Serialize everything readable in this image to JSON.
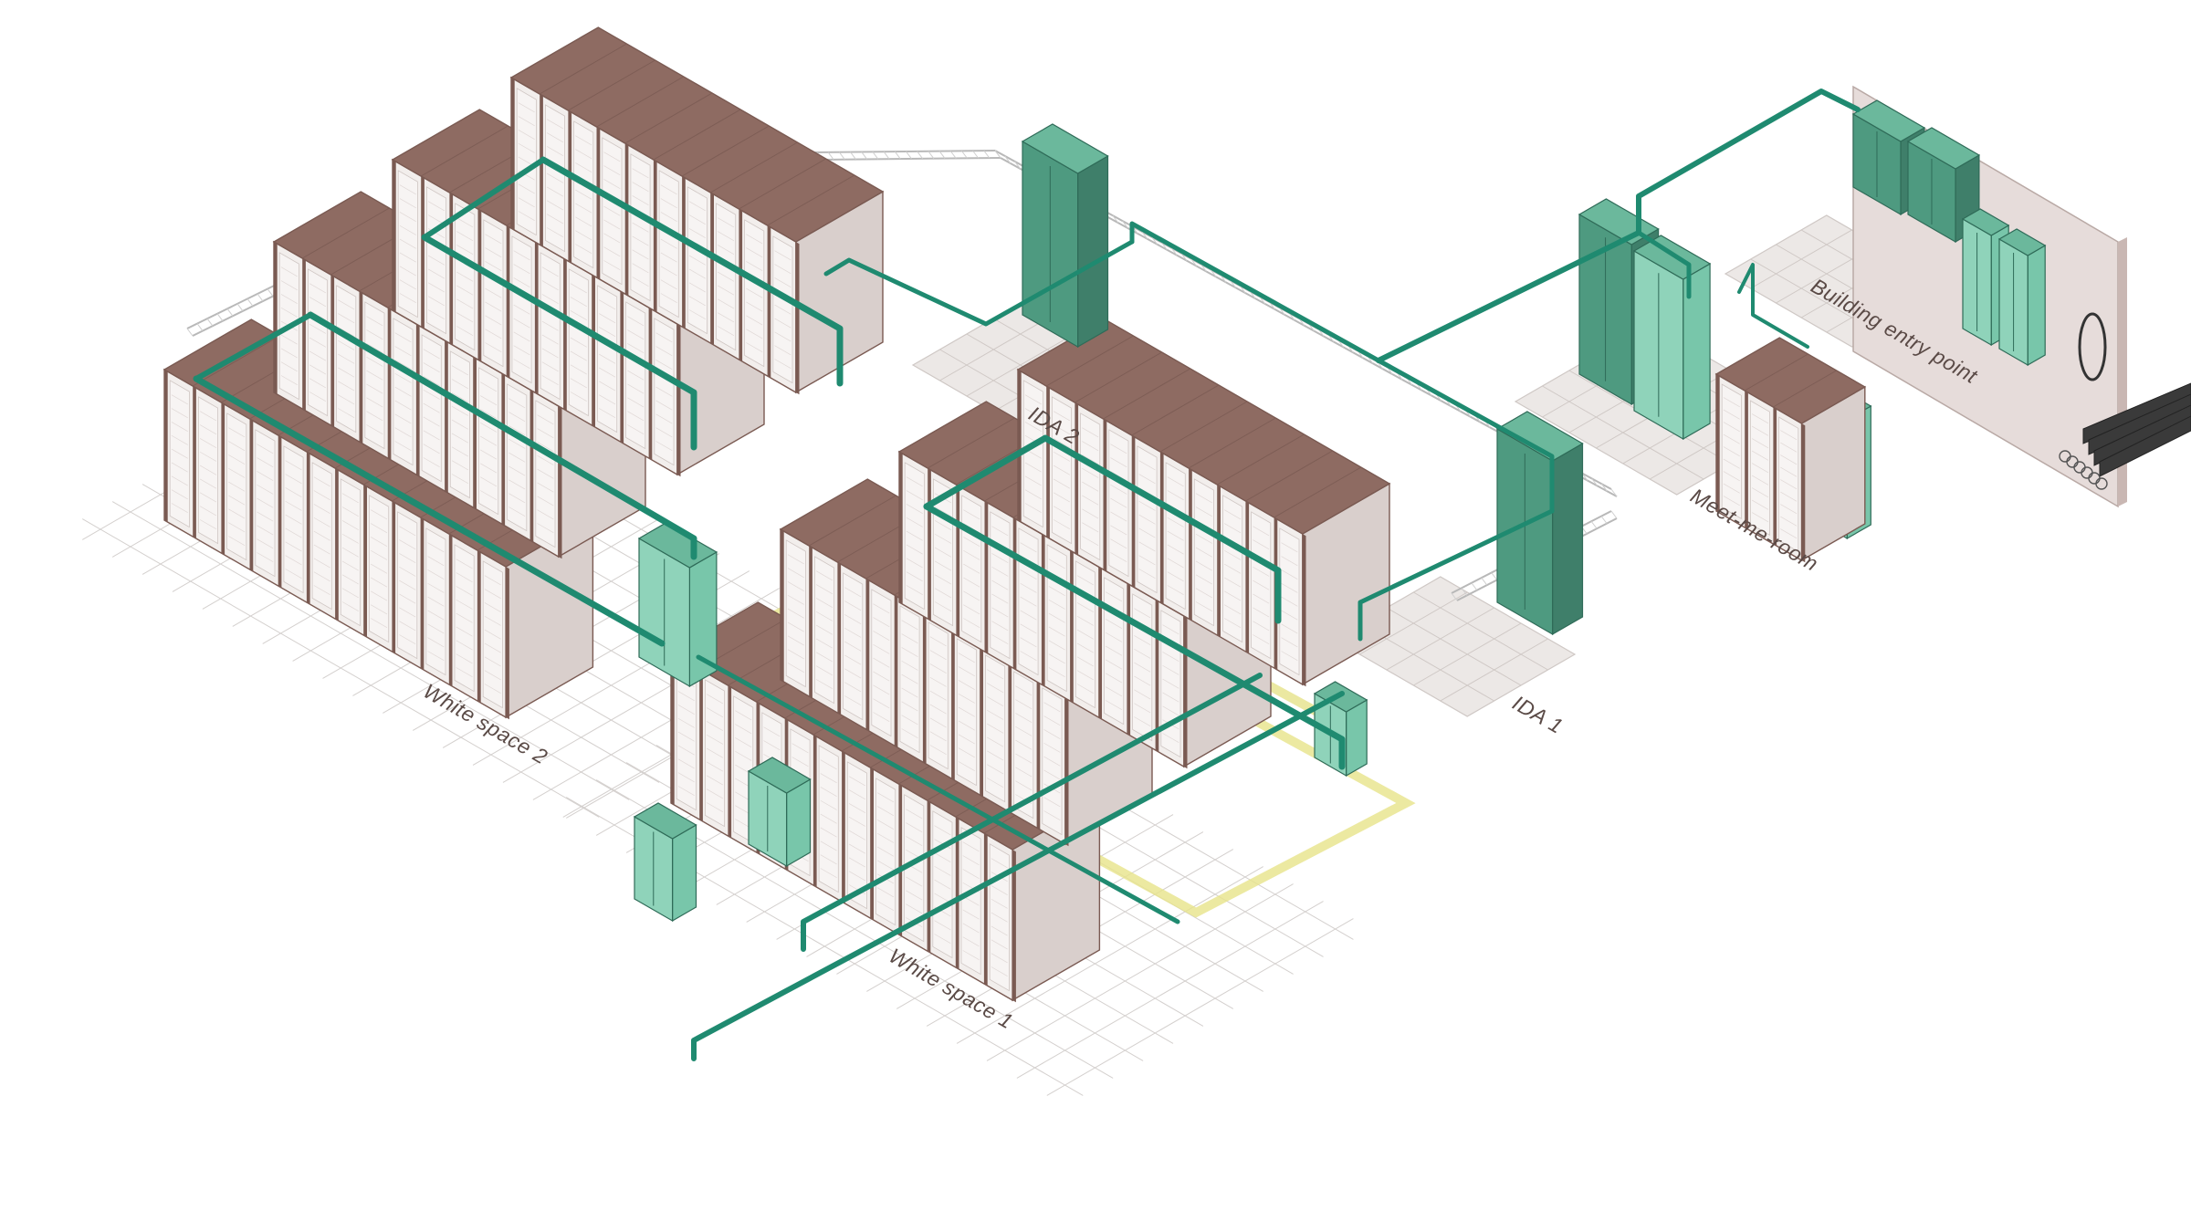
{
  "diagram": {
    "labels": {
      "white_space_1": "White space 1",
      "white_space_2": "White space 2",
      "ida_1": "IDA 1",
      "ida_2": "IDA 2",
      "meet_me_room": "Meet-me-room",
      "building_entry_point": "Building entry point"
    },
    "colors": {
      "rack_top": "#8e6b62",
      "rack_front": "#f2eeec",
      "rack_side": "#d9cfcc",
      "rack_frame": "#7a5a52",
      "cabinet_green": "#4e9a80",
      "cabinet_green_dark": "#3f7f6a",
      "cabinet_green_light": "#78c6aa",
      "fiber_teal": "#1f8a70",
      "pathway_yellow": "#f3f3b0",
      "tray_grey": "#b8b8b8",
      "floor_fill": "#ece8e6",
      "floor_line": "#cfc8c5",
      "wall": "#e6dcda",
      "conduit": "#3a3a3a"
    }
  }
}
